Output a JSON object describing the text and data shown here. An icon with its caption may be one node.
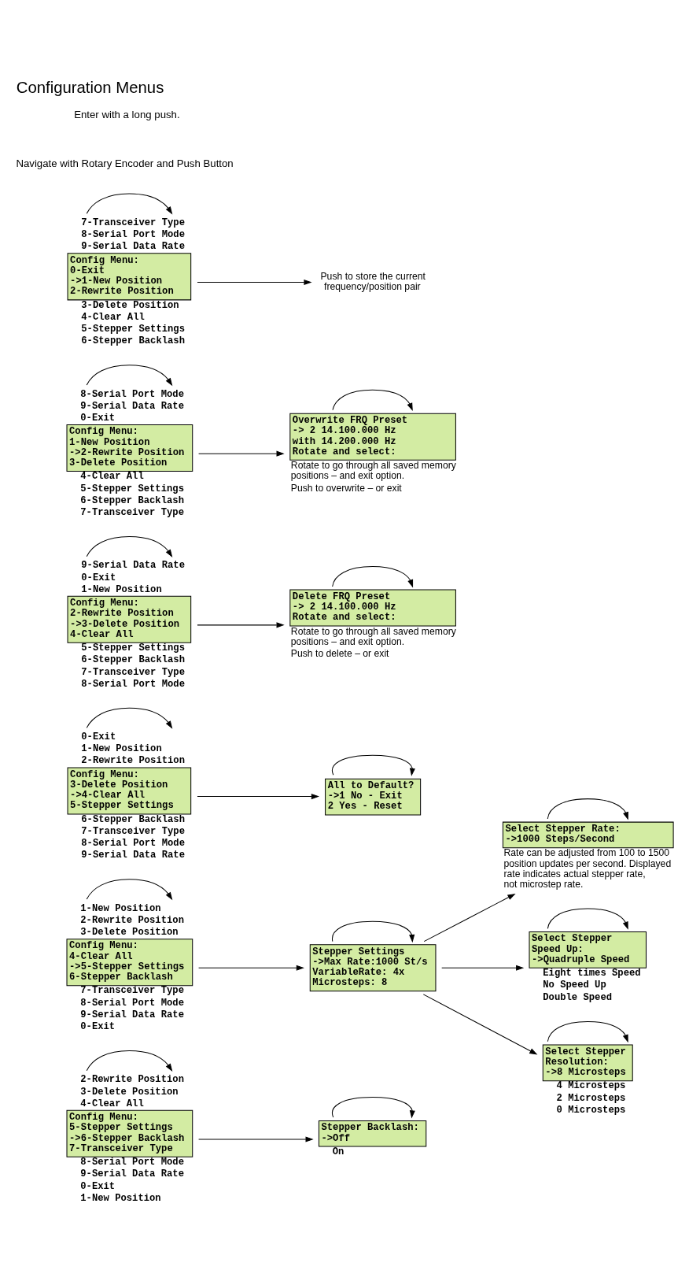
{
  "diagram": {
    "title": "Configuration Menus",
    "nodes": [
      {
        "text": [
          "Config Menu:",
          "0-Exit",
          "->1-New Position",
          "2-Rewrite Position"
        ],
        "beside": [
          "7-Transceiver Type",
          "8-Serial Port Mode",
          "9-Serial Data Rate",
          "3-Delete Position",
          "4-Clear All",
          "5-Stepper Settings",
          "6-Stepper Backlash"
        ]
      },
      {
        "text": [
          "Push to store the current frequency/position pair"
        ]
      },
      {
        "text": [
          "Config Menu:",
          "1-New Position",
          "->2-Rewrite Position",
          "3-Delete Position"
        ],
        "beside": [
          "8-Serial Port Mode",
          "9-Serial Data Rate",
          "0-Exit",
          "4-Clear All",
          "5-Stepper Settings",
          "6-Stepper Backlash",
          "7-Transceiver Type"
        ]
      },
      {
        "text": [
          "Overwrite FRQ Preset",
          "-> 2 14.100.000 Hz",
          "with 14.200.000 Hz",
          "Rotate and select:"
        ],
        "beside": [
          "Rotate to go through all saved memory positions – and exit option.",
          "Push to overwrite – or exit"
        ]
      },
      {
        "text": [
          "Config Menu:",
          "2-Rewrite Position",
          "->3-Delete Position",
          "4-Clear All"
        ],
        "beside": [
          "9-Serial Data Rate",
          "0-Exit",
          "1-New Position",
          "5-Stepper Settings",
          "6-Stepper Backlash",
          "7-Transceiver Type",
          "8-Serial Port Mode"
        ]
      },
      {
        "text": [
          "Delete FRQ Preset",
          "-> 2 14.100.000 Hz",
          "Rotate and select:"
        ],
        "beside": [
          "Rotate to go through all saved memory positions – and exit option.",
          "Push to delete – or exit"
        ]
      },
      {
        "text": [
          "Config Menu:",
          "3-Delete Position",
          "->4-Clear All",
          "5-Stepper Settings"
        ],
        "beside": [
          "0-Exit",
          "1-New Position",
          "2-Rewrite Position",
          "6-Stepper Backlash",
          "7-Transceiver Type",
          "8-Serial Port Mode",
          "9-Serial Data Rate"
        ]
      },
      {
        "text": [
          "All to Default?",
          "->1 No - Exit",
          "2 Yes - Reset"
        ]
      },
      {
        "text": [
          "Select Stepper Rate:",
          "->1000 Steps/Second"
        ],
        "beside": [
          "Rate can be adjusted from 100 to 1500 position updates per second. Displayed rate indicates actual stepper rate, not microstep rate."
        ]
      },
      {
        "text": [
          "Config Menu:",
          "4-Clear All",
          "->5-Stepper Settings",
          "6-Stepper Backlash"
        ],
        "beside": [
          "1-New Position",
          "2-Rewrite Position",
          "3-Delete Position",
          "7-Transceiver Type",
          "8-Serial Port Mode",
          "9-Serial Data Rate",
          "0-Exit"
        ]
      },
      {
        "text": [
          "Stepper Settings",
          "->Max Rate:1000 St/s",
          "VariableRate: 4x",
          "Microsteps: 8"
        ]
      },
      {
        "text": [
          "Select Stepper",
          "Speed Up:",
          "->Quadruple Speed"
        ],
        "beside": [
          "Eight times Speed",
          "No Speed Up",
          "Double Speed"
        ]
      },
      {
        "text": [
          "Select Stepper",
          "Resolution:",
          "->8 Microsteps"
        ],
        "beside": [
          "4 Microsteps",
          "2 Microsteps",
          "0 Microsteps"
        ]
      },
      {
        "text": [
          "Config Menu:",
          "5-Stepper Settings",
          "->6-Stepper Backlash",
          "7-Transceiver Type"
        ],
        "beside": [
          "2-Rewrite Position",
          "3-Delete Position",
          "4-Clear All",
          "8-Serial Port Mode",
          "9-Serial Data Rate",
          "0-Exit",
          "1-New Position"
        ]
      },
      {
        "text": [
          "Stepper Backlash:",
          "->Off"
        ],
        "beside": [
          "On"
        ]
      }
    ],
    "edges": [
      {
        "from": 0,
        "to": 0,
        "arrow": "to"
      },
      {
        "from": 0,
        "to": 1,
        "arrow": "to"
      },
      {
        "from": 2,
        "to": 2,
        "arrow": "to"
      },
      {
        "from": 2,
        "to": 3,
        "arrow": "to"
      },
      {
        "from": 3,
        "to": 3,
        "arrow": "to"
      },
      {
        "from": 4,
        "to": 4,
        "arrow": "to"
      },
      {
        "from": 4,
        "to": 5,
        "arrow": "to"
      },
      {
        "from": 5,
        "to": 5,
        "arrow": "to"
      },
      {
        "from": 6,
        "to": 6,
        "arrow": "to"
      },
      {
        "from": 6,
        "to": 7,
        "arrow": "to"
      },
      {
        "from": 7,
        "to": 7,
        "arrow": "to"
      },
      {
        "from": 8,
        "to": 8,
        "arrow": "to"
      },
      {
        "from": 9,
        "to": 9,
        "arrow": "to"
      },
      {
        "from": 9,
        "to": 10,
        "arrow": "to"
      },
      {
        "from": 10,
        "to": 10,
        "arrow": "to"
      },
      {
        "from": 10,
        "to": 8,
        "arrow": "to"
      },
      {
        "from": 10,
        "to": 11,
        "arrow": "to"
      },
      {
        "from": 10,
        "to": 12,
        "arrow": "to"
      },
      {
        "from": 11,
        "to": 11,
        "arrow": "to"
      },
      {
        "from": 12,
        "to": 12,
        "arrow": "to"
      },
      {
        "from": 13,
        "to": 13,
        "arrow": "to"
      },
      {
        "from": 13,
        "to": 14,
        "arrow": "to"
      },
      {
        "from": 14,
        "to": 14,
        "arrow": "to"
      }
    ],
    "labels": [
      "Enter with a long push.",
      "Navigate with Rotary Encoder and Push Button"
    ]
  }
}
